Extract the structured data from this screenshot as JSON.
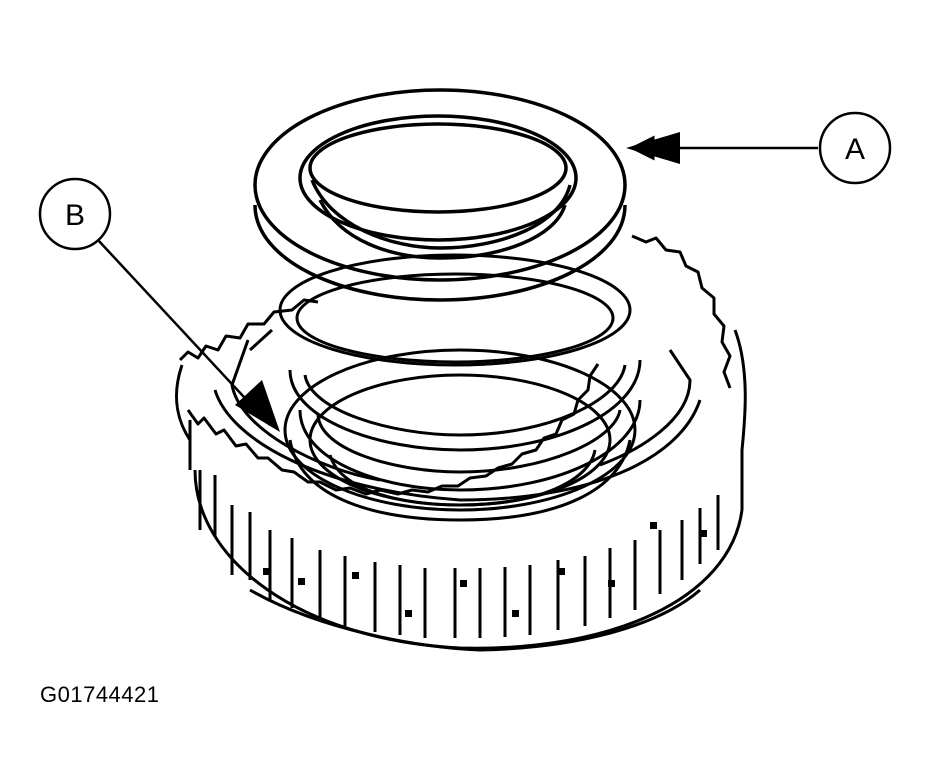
{
  "callouts": {
    "a": {
      "label": "A"
    },
    "b": {
      "label": "B"
    }
  },
  "figure_id": "G01744421",
  "colors": {
    "ink": "#000000",
    "paper": "#ffffff"
  }
}
